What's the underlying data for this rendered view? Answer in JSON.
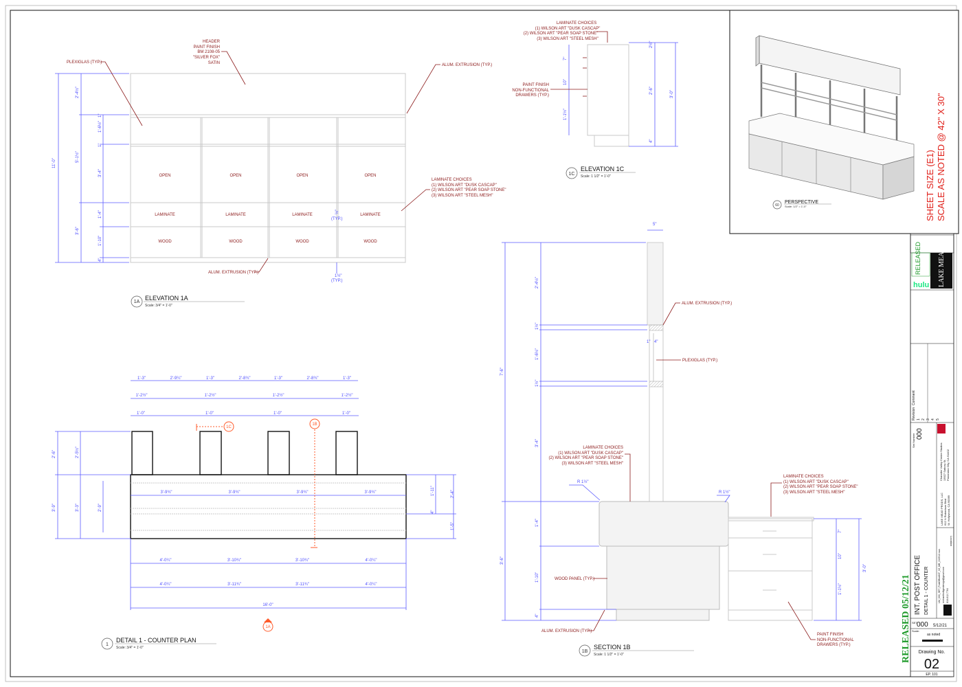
{
  "sheet": {
    "sheet_size_note": "SHEET SIZE (E1)",
    "scale_note": "SCALE AS NOTED @ 42\" X 30\"",
    "released_stamp": "RELEASED 05/12/21"
  },
  "elevation_1a": {
    "tag": "1A",
    "title": "ELEVATION 1A",
    "scale": "Scale: 3/4\" = 1'-0\"",
    "header_note": [
      "HEADER",
      "PAINT FINISH",
      "BM 2108-05",
      "\"SILVER FOX\"",
      "SATIN"
    ],
    "plexiglas_note": "PLEXIGLAS (TYP.)",
    "alum_note_top": "ALUM. EXTRUSION (TYP.)",
    "alum_note_bottom": "ALUM. EXTRUSION (TYP.)",
    "laminate_note": [
      "LAMINATE CHOICES",
      "(1) WILSON ART \"DUSK CASCAP\"",
      "(2) WILSON ART \"PEAR SOAP STONE\"",
      "(3) WILSON ART \"STEEL MESH\""
    ],
    "open_label": "OPEN",
    "laminate_label": "LAMINATE",
    "wood_label": "WOOD",
    "typ": "(TYP.)",
    "dims": {
      "overall": "11'-0\"",
      "header": "2'-4½\"",
      "mid": "5'-1½\"",
      "lower": "3'-6\"",
      "d1": "1\"",
      "d2": "1'-6½\"",
      "d3": "1\"",
      "d4": "3'-4\"",
      "d5": "1'-4\"",
      "d6": "1'-10\"",
      "d7": "4\"",
      "gap": "½\"",
      "gap2": "1½\""
    }
  },
  "elevation_1c": {
    "tag": "1C",
    "title": "ELEVATION 1C",
    "scale": "Scale: 1 1/2\" = 1'-0\"",
    "laminate_note": [
      "LAMINATE CHOICES",
      "(1) WILSON ART \"DUSK CASCAP\"",
      "(2) WILSON ART \"PEAR SOAP STONE\"",
      "(3) WILSON ART \"STEEL MESH\""
    ],
    "paint_note": [
      "PAINT FINISH",
      "NON-FUNCTIONAL",
      "DRAWERS (TYP.)"
    ],
    "dims": {
      "a": "7\"",
      "b": "10\"",
      "c": "1'-1½\"",
      "d": "2'-6\"",
      "e": "3'-0\"",
      "f": "2½\"",
      "g": "4\""
    }
  },
  "perspective": {
    "tag": "60",
    "title": "PERSPECTIVE",
    "scale": "Scale: 1/2\" = 1'-0\""
  },
  "plan": {
    "tag": "1",
    "title": "DETAIL 1 - COUNTER PLAN",
    "scale": "Scale: 3/4\" = 1'-0\"",
    "top_row1": [
      "1'-3\"",
      "2'-9¼\"",
      "1'-3\"",
      "2'-8¾\"",
      "1'-3\"",
      "2'-8¾\"",
      "1'-3\""
    ],
    "top_row2": [
      "1'-2½\"",
      "1'-2½\"",
      "1'-2½\"",
      "1'-2½\""
    ],
    "top_row3": [
      "1'-0\"",
      "1'-0\"",
      "1'-0\"",
      "1'-0\""
    ],
    "inner_row": [
      "3'-9¾\"",
      "3'-9¾\"",
      "3'-9¾\"",
      "3'-9¾\""
    ],
    "bottom_row1": [
      "4'-0¼\"",
      "3'-10¾\"",
      "3'-10¾\"",
      "4'-0¼\""
    ],
    "bottom_row2": [
      "4'-0¼\"",
      "3'-11¾\"",
      "3'-11¾\"",
      "4'-0¼\""
    ],
    "overall": "16'-0\"",
    "left_dims": [
      "2'-6\"",
      "2'-5½\"",
      "3'-9\"",
      "3'-3\"",
      "2'-9\""
    ],
    "right_dims": [
      "1'-11\"",
      "2'-4\"",
      "4\"",
      "1'-5\""
    ],
    "markers": [
      "1C",
      "1B",
      "1A"
    ]
  },
  "section_1b": {
    "tag": "1B",
    "title": "SECTION 1B",
    "scale": "Scale: 1 1/2\" = 1'-0\"",
    "alum_note": "ALUM. EXTRUSION (TYP.)",
    "plexiglas_note": "PLEXIGLAS (TYP.)",
    "laminate_note_left": [
      "LAMINATE CHOICES",
      "(1) WILSON ART \"DUSK CASCAP\"",
      "(2) WILSON ART \"PEAR SOAP STONE\"",
      "(3) WILSON ART \"STEEL MESH\""
    ],
    "laminate_note_right": [
      "LAMINATE CHOICES",
      "(1) WILSON ART \"DUSK CASCAP\"",
      "(2) WILSON ART \"PEAR SOAP STONE\"",
      "(3) WILSON ART \"STEEL MESH\""
    ],
    "radius_left": "R 1½\"",
    "radius_right": "R 1½\"",
    "wood_note": "WOOD PANEL (TYP.)",
    "alum_note_bottom": "ALUM. EXTRUSION (TYP.)",
    "paint_note": [
      "PAINT FINISH",
      "NON-FUNCTIONAL",
      "DRAWERS (TYP.)"
    ],
    "dims": {
      "top": "5\"",
      "overall": "7'-6\"",
      "lower": "3'-6\"",
      "a": "2'-4½\"",
      "b": "1½\"",
      "c": "1'-6½\"",
      "d": "1½\"",
      "e": "3'-4\"",
      "f": "1'-4\"",
      "g": "1'-10\"",
      "h": "4\"",
      "i": "1\"",
      "j": "4\"",
      "k": "3'-0\"",
      "l": "7\"",
      "m": "10\"",
      "n": "1'-1½\""
    }
  },
  "title_block": {
    "production": "LAKE MEAD",
    "network": "hulu",
    "released": "RELEASED",
    "project": "INT. POST OFFICE",
    "drawing_title": "DETAIL 1 - COUNTER",
    "set_number_label": "Set Number",
    "set_number": "000",
    "revision_header": [
      "Revision",
      "Comment"
    ],
    "revisions": [
      "1",
      "2",
      "3",
      "4",
      "5"
    ],
    "company": [
      "LAKE MEAD PRODS, LLC",
      "612 N Robertson Blvd",
      "W. Hollywood, CA 90069"
    ],
    "studio": [
      "Chandler Valley Center Studios",
      "13927 Saticoy St.",
      "Panorama City, CA 91402"
    ],
    "location_label": "Location",
    "file": "LM_000_SET_PostOfficeINT_V2_MB_210512.vwx",
    "email": "michaelbolligerdesign@gmail.com",
    "phone": "818-612-7764",
    "set_label": "SET",
    "set_value": "000",
    "date": "5/12/21",
    "scale_label": "Scale:",
    "scale_value": "as noted",
    "drawing_no_label": "Drawing No.",
    "drawing_no": "02",
    "sheet_code": "EP. 101"
  }
}
